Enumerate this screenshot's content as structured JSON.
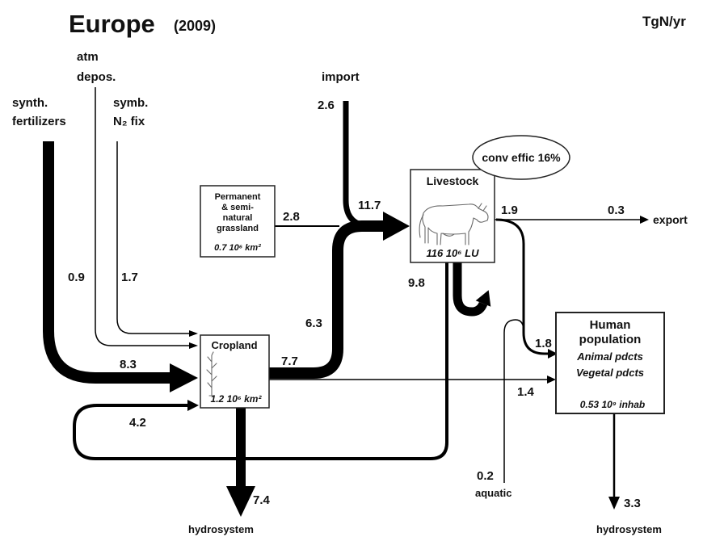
{
  "header": {
    "title": "Europe",
    "year": "(2009)",
    "unit": "TgN/yr"
  },
  "sources": {
    "atm_depos": {
      "line1": "atm",
      "line2": "depos."
    },
    "synth_fertilizers": {
      "line1": "synth.",
      "line2": "fertilizers"
    },
    "symb_fix": {
      "line1": "symb.",
      "line2": "N₂ fix"
    },
    "import": "import",
    "aquatic": "aquatic"
  },
  "nodes": {
    "grassland": {
      "lines": [
        "Permanent",
        "& semi-",
        "natural",
        "grassland"
      ],
      "area": "0.7 10⁶ km²"
    },
    "livestock": {
      "label": "Livestock",
      "size": "116 10⁶ LU"
    },
    "cropland": {
      "label": "Cropland",
      "area": "1.2 10⁶ km²"
    },
    "human": {
      "line1": "Human",
      "line2": "population",
      "animal": "Animal pdcts",
      "vegetal": "Vegetal pdcts",
      "size": "0.53 10⁹ inhab"
    }
  },
  "conversion_efficiency": "conv effic 16%",
  "sinks": {
    "export": "export",
    "hydrosystem_left": "hydrosystem",
    "hydrosystem_right": "hydrosystem"
  },
  "flows": {
    "import": "2.6",
    "grassland_to_livestock": "2.8",
    "total_to_livestock": "11.7",
    "livestock_products": "1.9",
    "export": "0.3",
    "atm_depos": "0.9",
    "symb_fix": "1.7",
    "livestock_losses": "9.8",
    "cropland_to_livestock": "6.3",
    "synth_fertilizers": "8.3",
    "cropland_harvest": "7.7",
    "cropland_to_human": "1.4",
    "manure_to_cropland": "4.2",
    "to_human": "1.8",
    "aquatic": "0.2",
    "cropland_to_hydrosystem": "7.4",
    "human_to_hydrosystem": "3.3"
  }
}
